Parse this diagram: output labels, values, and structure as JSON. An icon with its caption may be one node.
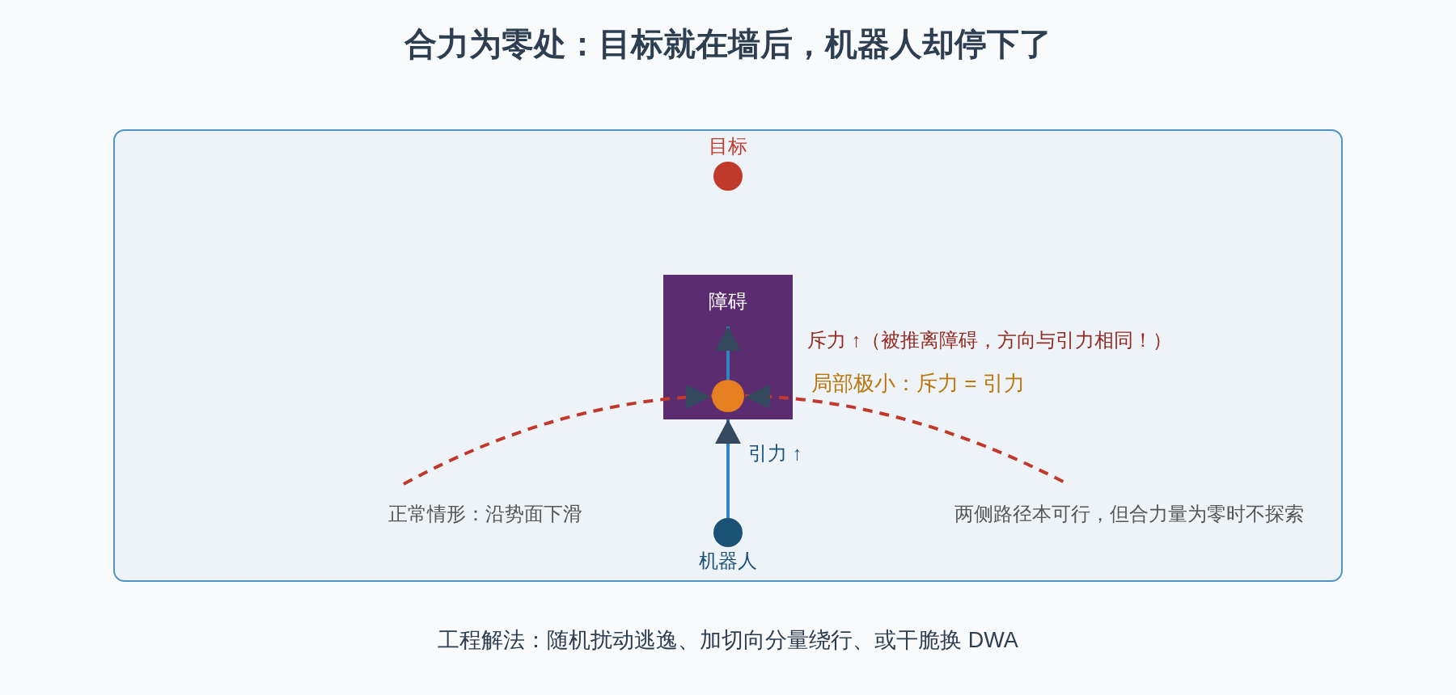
{
  "diagram": {
    "title": "合力为零处：目标就在墙后，机器人却停下了",
    "caption": "工程解法：随机扰动逃逸、加切向分量绕行、或干脆换 DWA",
    "nodes": [
      {
        "text": [
          "目标"
        ]
      },
      {
        "text": [
          "障碍"
        ]
      },
      {
        "text": [],
        "shape": "circle",
        "in": 1,
        "beside": [
          "局部极小：斥力 = 引力"
        ]
      },
      {
        "text": [
          "机器人"
        ]
      }
    ],
    "edges": [
      {
        "from": 3,
        "to": 1,
        "arrow": "to",
        "label": "引力 ↑"
      },
      {
        "from": 2,
        "to": null,
        "arrow": "to",
        "label": "斥力 ↑（被推离障碍，方向与引力相同！）"
      }
    ],
    "labels": [
      "正常情形：沿势面下滑",
      "两侧路径本可行，但合力量为零时不探索"
    ]
  }
}
